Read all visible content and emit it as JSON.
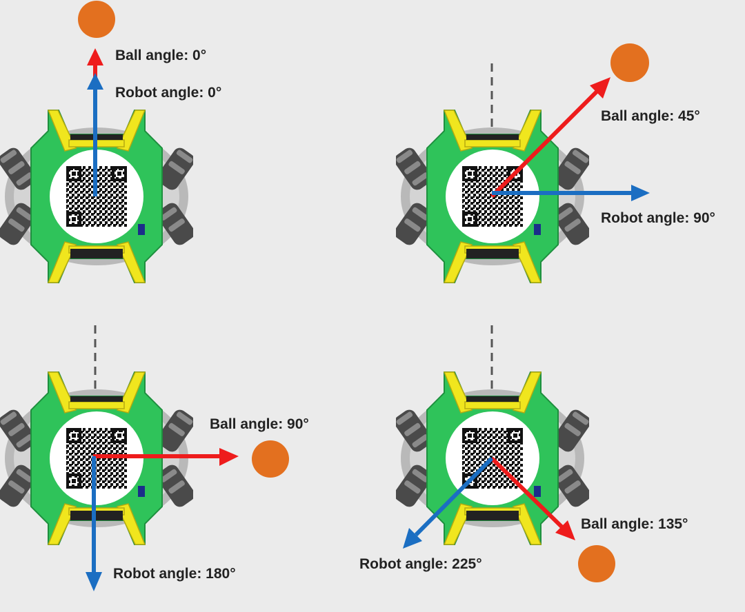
{
  "panels": [
    {
      "ball_label": "Ball angle: 0°",
      "robot_label": "Robot angle: 0°",
      "ball_angle": 0,
      "robot_angle": 0
    },
    {
      "ball_label": "Ball angle: 45°",
      "robot_label": "Robot angle: 90°",
      "ball_angle": 45,
      "robot_angle": 90
    },
    {
      "ball_label": "Ball angle: 90°",
      "robot_label": "Robot angle: 180°",
      "ball_angle": 90,
      "robot_angle": 180
    },
    {
      "ball_label": "Ball angle: 135°",
      "robot_label": "Robot angle: 225°",
      "ball_angle": 135,
      "robot_angle": 225
    }
  ],
  "colors": {
    "background": "#ebebeb",
    "ball_arrow": "#ee1c1c",
    "robot_arrow": "#1b6ec2",
    "ball": "#e3701f",
    "pcb": "#2fc35a",
    "bracket": "#f0e61e",
    "wheel": "#5a5a5a",
    "reference_line": "#555555"
  }
}
